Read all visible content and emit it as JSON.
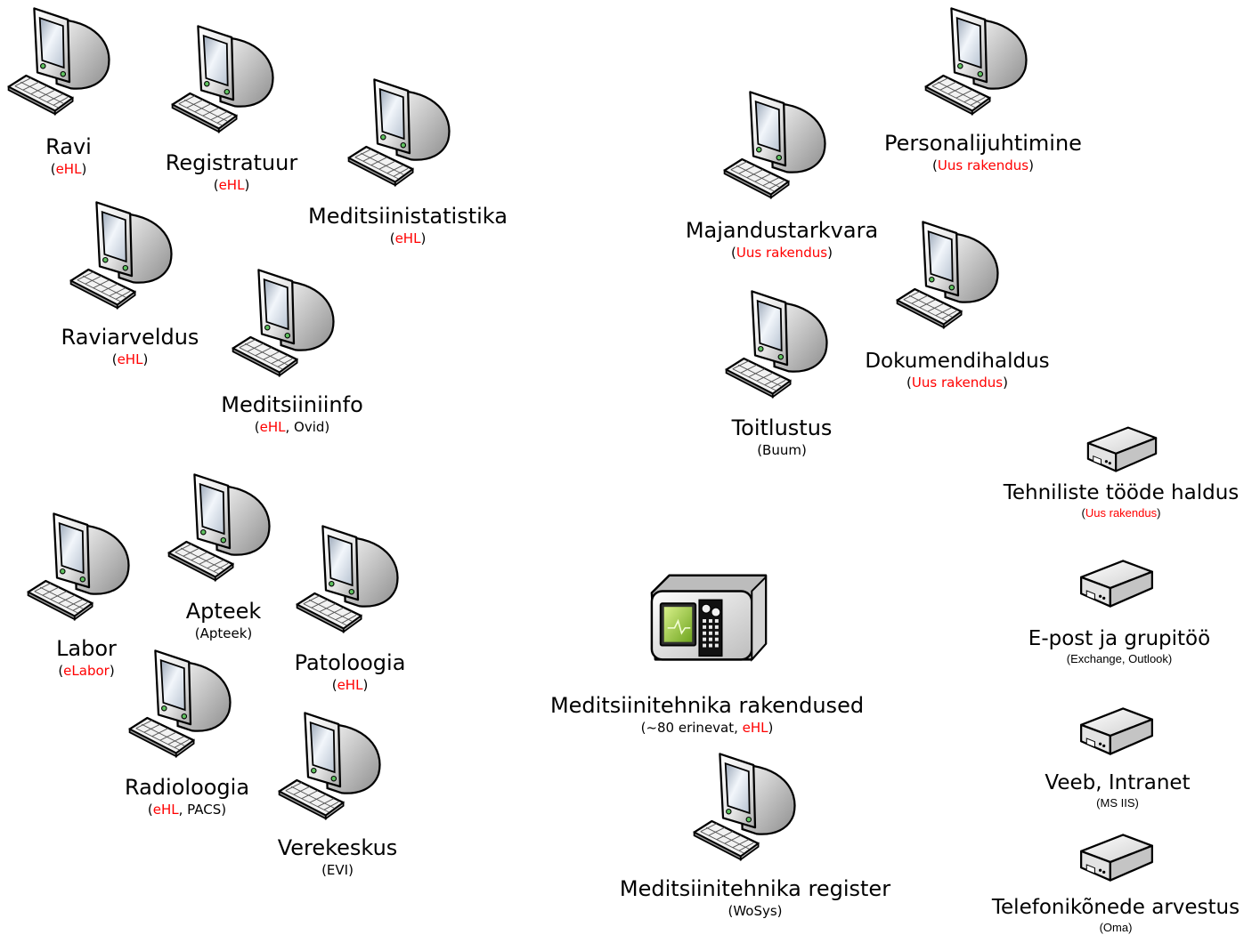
{
  "colors": {
    "highlight": "#ff0000",
    "text": "#000000"
  },
  "systems": [
    {
      "id": "ravi",
      "icon": "computer-icon",
      "title": "Ravi",
      "sub": [
        {
          "t": "(",
          "hl": false
        },
        {
          "t": "eHL",
          "hl": true
        },
        {
          "t": ")",
          "hl": false
        }
      ]
    },
    {
      "id": "registratuur",
      "icon": "computer-icon",
      "title": "Registratuur",
      "sub": [
        {
          "t": "(",
          "hl": false
        },
        {
          "t": "eHL",
          "hl": true
        },
        {
          "t": ")",
          "hl": false
        }
      ]
    },
    {
      "id": "meditsiinistatistika",
      "icon": "computer-icon",
      "title": "Meditsiinistatistika",
      "sub": [
        {
          "t": "(",
          "hl": false
        },
        {
          "t": "eHL",
          "hl": true
        },
        {
          "t": ")",
          "hl": false
        }
      ]
    },
    {
      "id": "raviarveldus",
      "icon": "computer-icon",
      "title": "Raviarveldus",
      "sub": [
        {
          "t": "(",
          "hl": false
        },
        {
          "t": "eHL",
          "hl": true
        },
        {
          "t": ")",
          "hl": false
        }
      ]
    },
    {
      "id": "meditsiiniinfo",
      "icon": "computer-icon",
      "title": "Meditsiiniinfo",
      "sub": [
        {
          "t": "(",
          "hl": false
        },
        {
          "t": "eHL",
          "hl": true
        },
        {
          "t": ", Ovid)",
          "hl": false
        }
      ]
    },
    {
      "id": "personalijuhtimine",
      "icon": "computer-icon",
      "title": "Personalijuhtimine",
      "sub": [
        {
          "t": "(",
          "hl": false
        },
        {
          "t": "Uus rakendus",
          "hl": true
        },
        {
          "t": ")",
          "hl": false
        }
      ]
    },
    {
      "id": "majandustarkvara",
      "icon": "computer-icon",
      "title": "Majandustarkvara",
      "sub": [
        {
          "t": "(",
          "hl": false
        },
        {
          "t": "Uus rakendus",
          "hl": true
        },
        {
          "t": ")",
          "hl": false
        }
      ]
    },
    {
      "id": "dokumendihaldus",
      "icon": "computer-icon",
      "title": "Dokumendihaldus",
      "sub": [
        {
          "t": "(",
          "hl": false
        },
        {
          "t": "Uus rakendus",
          "hl": true
        },
        {
          "t": ")",
          "hl": false
        }
      ]
    },
    {
      "id": "toitlustus",
      "icon": "computer-icon",
      "title": "Toitlustus",
      "sub": [
        {
          "t": "(Buum)",
          "hl": false
        }
      ]
    },
    {
      "id": "tehniliste",
      "icon": "server-icon",
      "title": "Tehniliste tööde haldus",
      "sub": [
        {
          "t": "(",
          "hl": false
        },
        {
          "t": "Uus rakendus",
          "hl": true
        },
        {
          "t": ")",
          "hl": false
        }
      ]
    },
    {
      "id": "labor",
      "icon": "computer-icon",
      "title": "Labor",
      "sub": [
        {
          "t": "(",
          "hl": false
        },
        {
          "t": "eLabor",
          "hl": true
        },
        {
          "t": ")",
          "hl": false
        }
      ]
    },
    {
      "id": "apteek",
      "icon": "computer-icon",
      "title": "Apteek",
      "sub": [
        {
          "t": "(Apteek)",
          "hl": false
        }
      ]
    },
    {
      "id": "patoloogia",
      "icon": "computer-icon",
      "title": "Patoloogia",
      "sub": [
        {
          "t": "(",
          "hl": false
        },
        {
          "t": "eHL",
          "hl": true
        },
        {
          "t": ")",
          "hl": false
        }
      ]
    },
    {
      "id": "radioloogia",
      "icon": "computer-icon",
      "title": "Radioloogia",
      "sub": [
        {
          "t": "(",
          "hl": false
        },
        {
          "t": "eHL",
          "hl": true
        },
        {
          "t": ", PACS)",
          "hl": false
        }
      ]
    },
    {
      "id": "verekeskus",
      "icon": "computer-icon",
      "title": "Verekeskus",
      "sub": [
        {
          "t": "(EVI)",
          "hl": false
        }
      ]
    },
    {
      "id": "meditsiinitehnika-rakendused",
      "icon": "medical-device-icon",
      "title": "Meditsiinitehnika rakendused",
      "sub": [
        {
          "t": "(~80 erinevat, ",
          "hl": false
        },
        {
          "t": "eHL",
          "hl": true
        },
        {
          "t": ")",
          "hl": false
        }
      ]
    },
    {
      "id": "meditsiinitehnika-register",
      "icon": "computer-icon",
      "title": "Meditsiinitehnika register",
      "sub": [
        {
          "t": "(WoSys)",
          "hl": false
        }
      ]
    },
    {
      "id": "epost",
      "icon": "server-icon",
      "title": "E-post ja grupitöö",
      "sub": [
        {
          "t": "(Exchange, Outlook)",
          "hl": false
        }
      ]
    },
    {
      "id": "veeb",
      "icon": "server-icon",
      "title": "Veeb, Intranet",
      "sub": [
        {
          "t": "(MS IIS)",
          "hl": false
        }
      ]
    },
    {
      "id": "telefonikonede",
      "icon": "server-icon",
      "title": "Telefonikõnede arvestus",
      "sub": [
        {
          "t": "(Oma)",
          "hl": false
        }
      ]
    }
  ]
}
